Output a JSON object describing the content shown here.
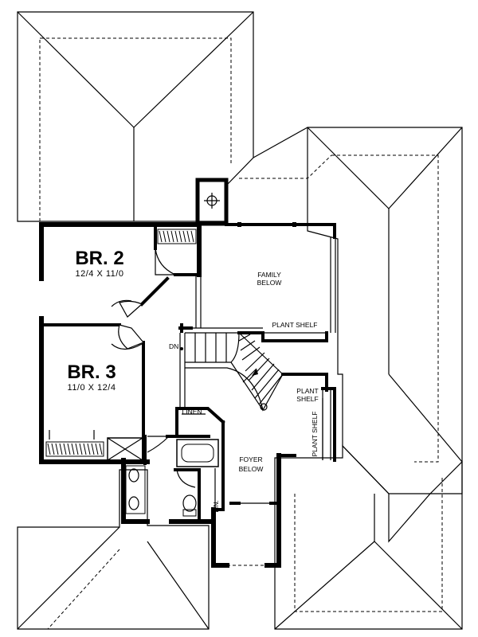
{
  "rooms": {
    "br2": {
      "name": "BR. 2",
      "dims": "12/4  X  11/0"
    },
    "br3": {
      "name": "BR. 3",
      "dims": "11/0  X  12/4"
    },
    "family": {
      "line1": "FAMILY",
      "line2": "BELOW"
    },
    "foyer": {
      "line1": "FOYER",
      "line2": "BELOW"
    }
  },
  "labels": {
    "plant_shelf_top": "PLANT SHELF",
    "plant_shelf_mid_1": "PLANT",
    "plant_shelf_mid_2": "SHELF",
    "plant_shelf_vertical": "PLANT SHELF",
    "linen": "LINEN",
    "lin": "LIN.",
    "dn": "DN"
  }
}
